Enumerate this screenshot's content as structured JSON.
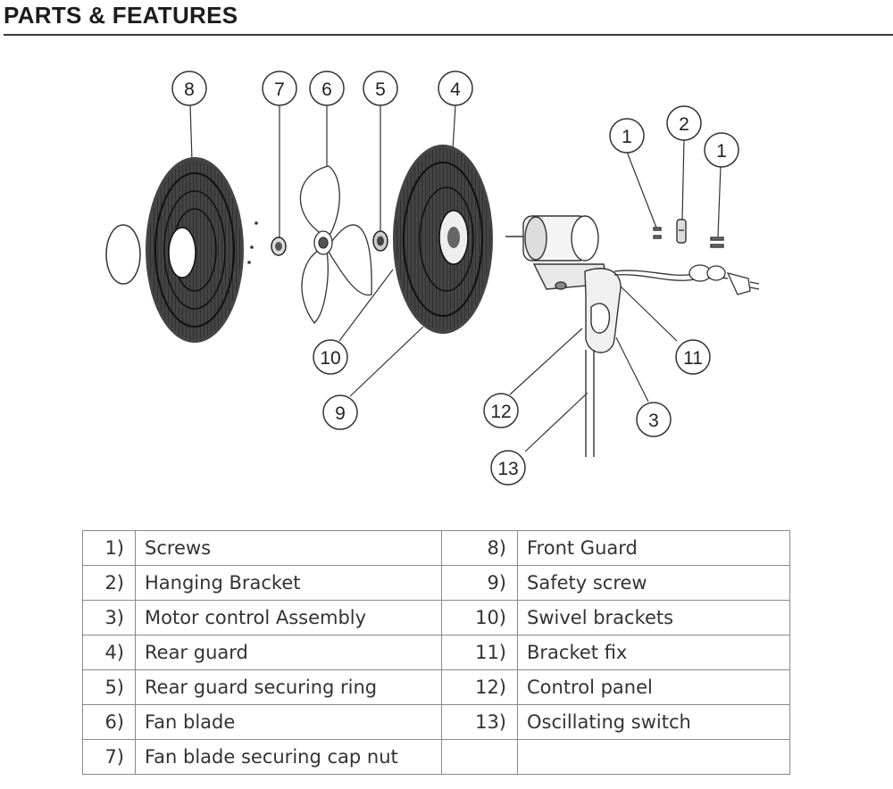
{
  "title": "PARTS & FEATURES",
  "diagram": {
    "callouts": [
      "1",
      "2",
      "1",
      "3",
      "4",
      "5",
      "6",
      "7",
      "8",
      "9",
      "10",
      "11",
      "12",
      "13"
    ]
  },
  "parts": [
    {
      "num": "1)",
      "label": "Screws",
      "num2": "8)",
      "label2": "Front Guard"
    },
    {
      "num": "2)",
      "label": "Hanging Bracket",
      "num2": "9)",
      "label2": "Safety screw"
    },
    {
      "num": "3)",
      "label": "Motor control Assembly",
      "num2": "10)",
      "label2": "Swivel brackets"
    },
    {
      "num": "4)",
      "label": "Rear guard",
      "num2": "11)",
      "label2": "Bracket fix"
    },
    {
      "num": "5)",
      "label": "Rear guard securing ring",
      "num2": "12)",
      "label2": "Control panel"
    },
    {
      "num": "6)",
      "label": "Fan blade",
      "num2": "13)",
      "label2": "Oscillating switch"
    },
    {
      "num": "7)",
      "label": "Fan blade securing cap nut",
      "num2": "",
      "label2": ""
    }
  ]
}
